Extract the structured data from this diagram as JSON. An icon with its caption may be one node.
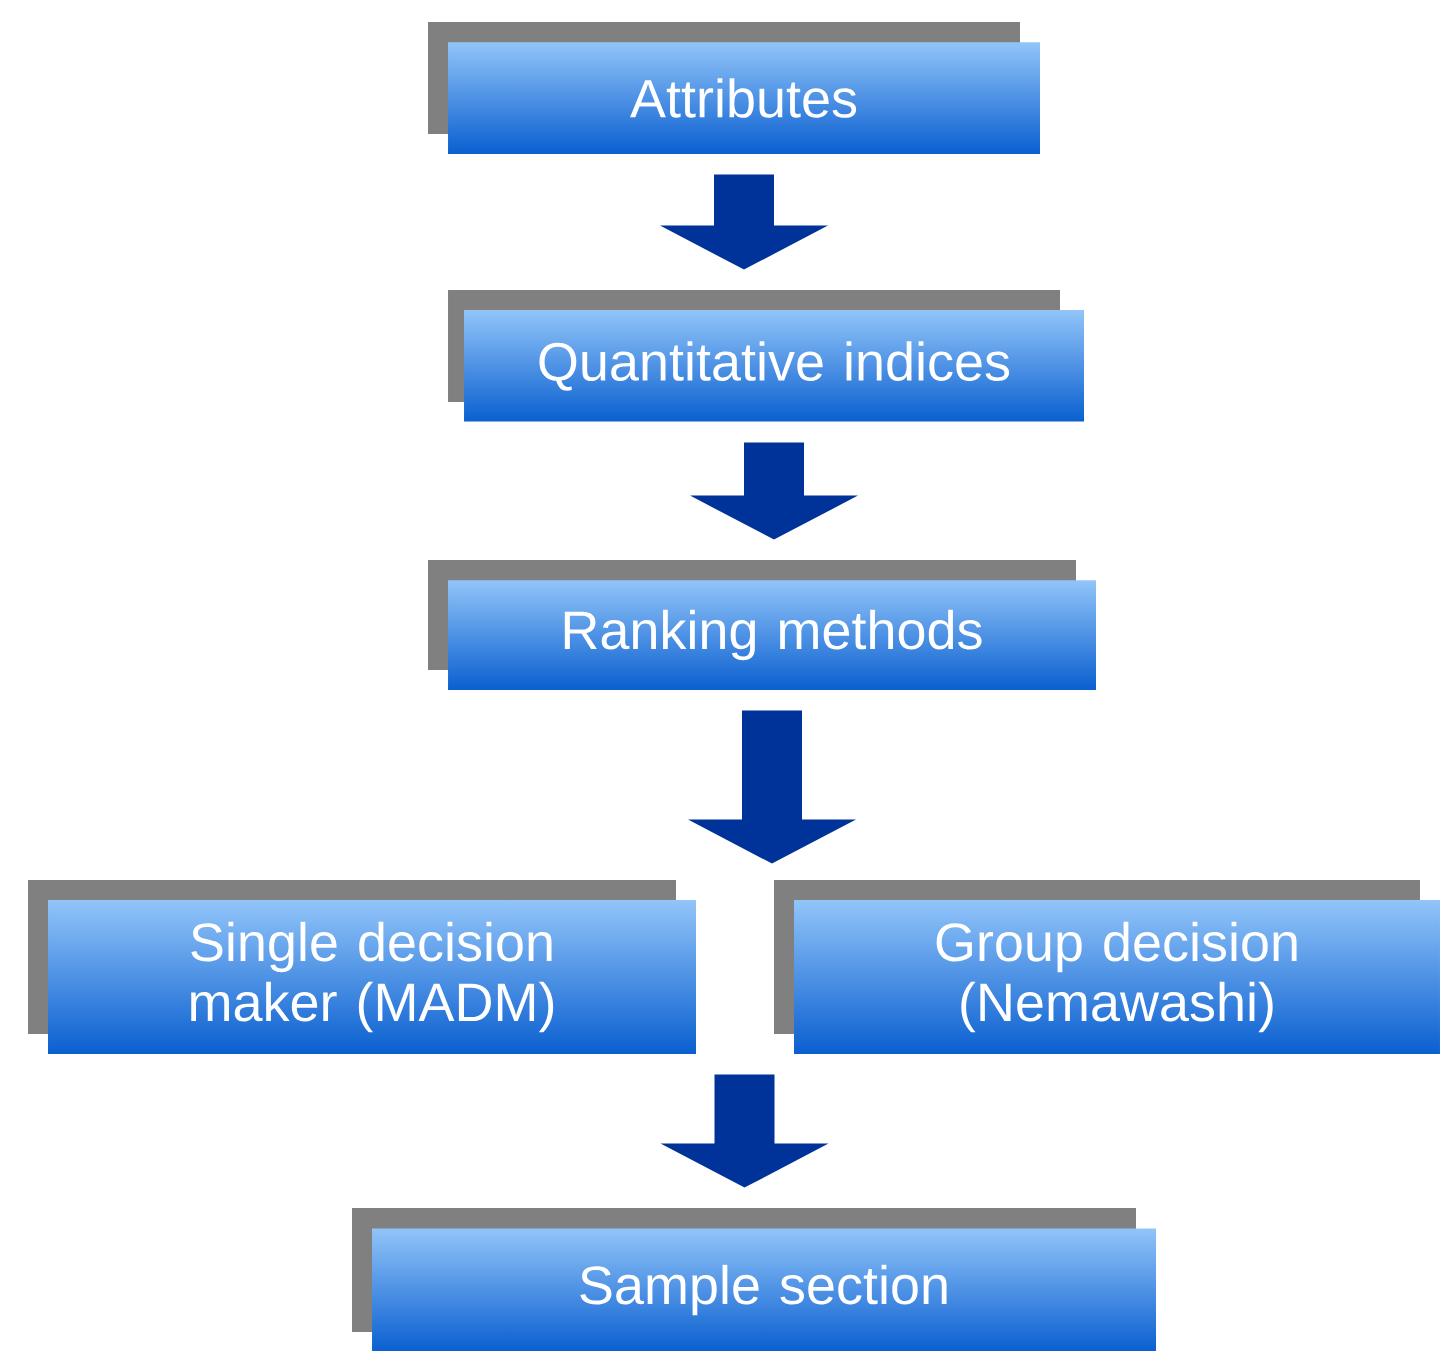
{
  "diagram": {
    "nodes": [
      {
        "text": [
          "Attributes"
        ]
      },
      {
        "text": [
          "Quantitative indices"
        ]
      },
      {
        "text": [
          "Ranking methods"
        ]
      },
      {
        "text": [
          "Single decision maker (MADM)"
        ]
      },
      {
        "text": [
          "Group decision (Nemawashi)"
        ]
      },
      {
        "text": [
          "Sample section"
        ]
      }
    ],
    "edges": [
      {
        "from": 0,
        "to": 1,
        "arrow": "to"
      },
      {
        "from": 1,
        "to": 2,
        "arrow": "to"
      },
      {
        "from": 2,
        "to": 3,
        "arrow": "to"
      },
      {
        "from": 2,
        "to": 4,
        "arrow": "to"
      },
      {
        "from": 3,
        "to": 5,
        "arrow": "to"
      },
      {
        "from": 4,
        "to": 5,
        "arrow": "to"
      }
    ]
  }
}
